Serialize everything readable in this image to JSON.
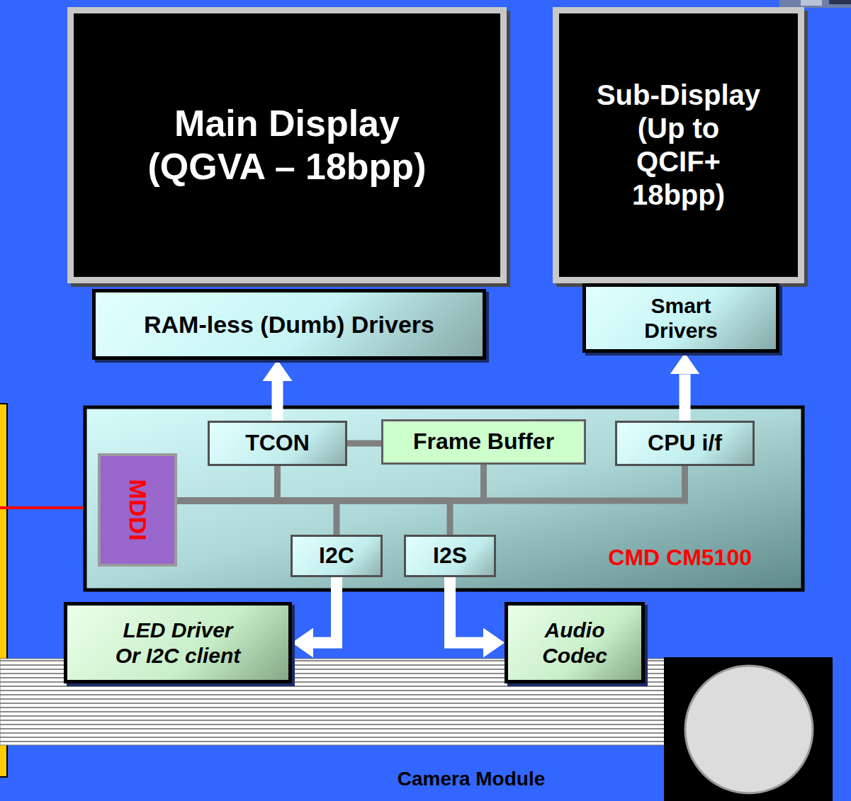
{
  "diagram": {
    "nodes": [
      {
        "text": [
          "Main Display (QGVA – 18bpp)"
        ]
      },
      {
        "text": [
          "Sub-Display (Up to QCIF+ 18bpp)"
        ]
      },
      {
        "text": [
          "RAM-less (Dumb) Drivers"
        ]
      },
      {
        "text": [
          "Smart Drivers"
        ]
      },
      {
        "text": [
          "CMD CM5100"
        ]
      },
      {
        "text": [
          "MDDI"
        ],
        "in": 4
      },
      {
        "text": [
          "TCON"
        ],
        "in": 4
      },
      {
        "text": [
          "Frame Buffer"
        ],
        "in": 4
      },
      {
        "text": [
          "CPU i/f"
        ],
        "in": 4
      },
      {
        "text": [
          "I2C"
        ],
        "in": 4
      },
      {
        "text": [
          "I2S"
        ],
        "in": 4
      },
      {
        "text": [
          "LED Driver Or I2C client"
        ]
      },
      {
        "text": [
          "Audio Codec"
        ]
      }
    ],
    "edges": [
      {
        "from": 6,
        "to": 2,
        "arrow": "to"
      },
      {
        "from": 8,
        "to": 3,
        "arrow": "to"
      },
      {
        "from": 5,
        "to": 6,
        "arrow": "none"
      },
      {
        "from": 5,
        "to": 7,
        "arrow": "none"
      },
      {
        "from": 5,
        "to": 8,
        "arrow": "none"
      },
      {
        "from": 5,
        "to": 9,
        "arrow": "none"
      },
      {
        "from": 5,
        "to": 10,
        "arrow": "none"
      },
      {
        "from": 6,
        "to": 7,
        "arrow": "none"
      },
      {
        "from": 9,
        "to": 11,
        "arrow": "to"
      },
      {
        "from": 10,
        "to": 12,
        "arrow": "to"
      }
    ],
    "labels": [
      "Camera Module"
    ]
  }
}
